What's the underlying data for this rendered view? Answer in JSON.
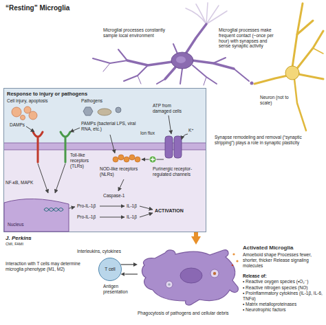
{
  "diagram": {
    "nodes": [
      {
        "text": [
          "Response to injury or pathogens"
        ]
      },
      {
        "text": [
          "Nucleus"
        ],
        "in": 0
      },
      {
        "text": [
          "T cell"
        ]
      },
      {
        "text": [
          "Activated Microglia",
          "Amoeboid shape Processes fewer, shorter, thicker Release signaling molecules"
        ]
      }
    ],
    "edges": [
      {
        "from": 0,
        "to": 3,
        "arrow": "to"
      },
      {
        "from": 2,
        "to": 3,
        "arrow": "to"
      },
      {
        "from": 3,
        "to": 2,
        "arrow": "to"
      }
    ],
    "labels": [
      "“Resting” Microglia",
      "Microglial processes constantly sample local environment",
      "Microglial processes make frequent contact (~once per hour) with synapses and sense synaptic activity",
      "Neuron (not to scale)",
      "Synapse remodeling and removal (“synaptic stripping”) plays a role in synaptic plasticity",
      "Cell injury, apoptosis",
      "DAMPs",
      "Pathogens",
      "PAMPs (bacterial LPS, viral RNA, etc.)",
      "ATP from damaged cells",
      "Ion flux",
      "K⁺",
      "Toll-like receptors (TLRs)",
      "NOD-like receptors (NLRs)",
      "Purinergic receptor-regulated channels",
      "NF-κB, MAPK",
      "Caspase-1",
      "Pro-IL-1β",
      "Pro-IL-1β",
      "IL-1β",
      "IL-1β",
      "ACTIVATION",
      "J. Perkins",
      "CMI, FAMI",
      "Interleukins, cytokines",
      "Antigen presentation",
      "Interaction with T cells may determine microglia phenotype (M1, M2)",
      "Phagocytosis of pathogens and cellular debris",
      "Release of:",
      "• Reactive oxygen species (•O₂⁻)",
      "• Reactive nitrogen species (NO)",
      "• Proinflammatory cytokines (IL-1β, IL-6, TNFα)",
      "• Matrix metalloproteinases",
      "• Neurotrophic factors"
    ]
  }
}
